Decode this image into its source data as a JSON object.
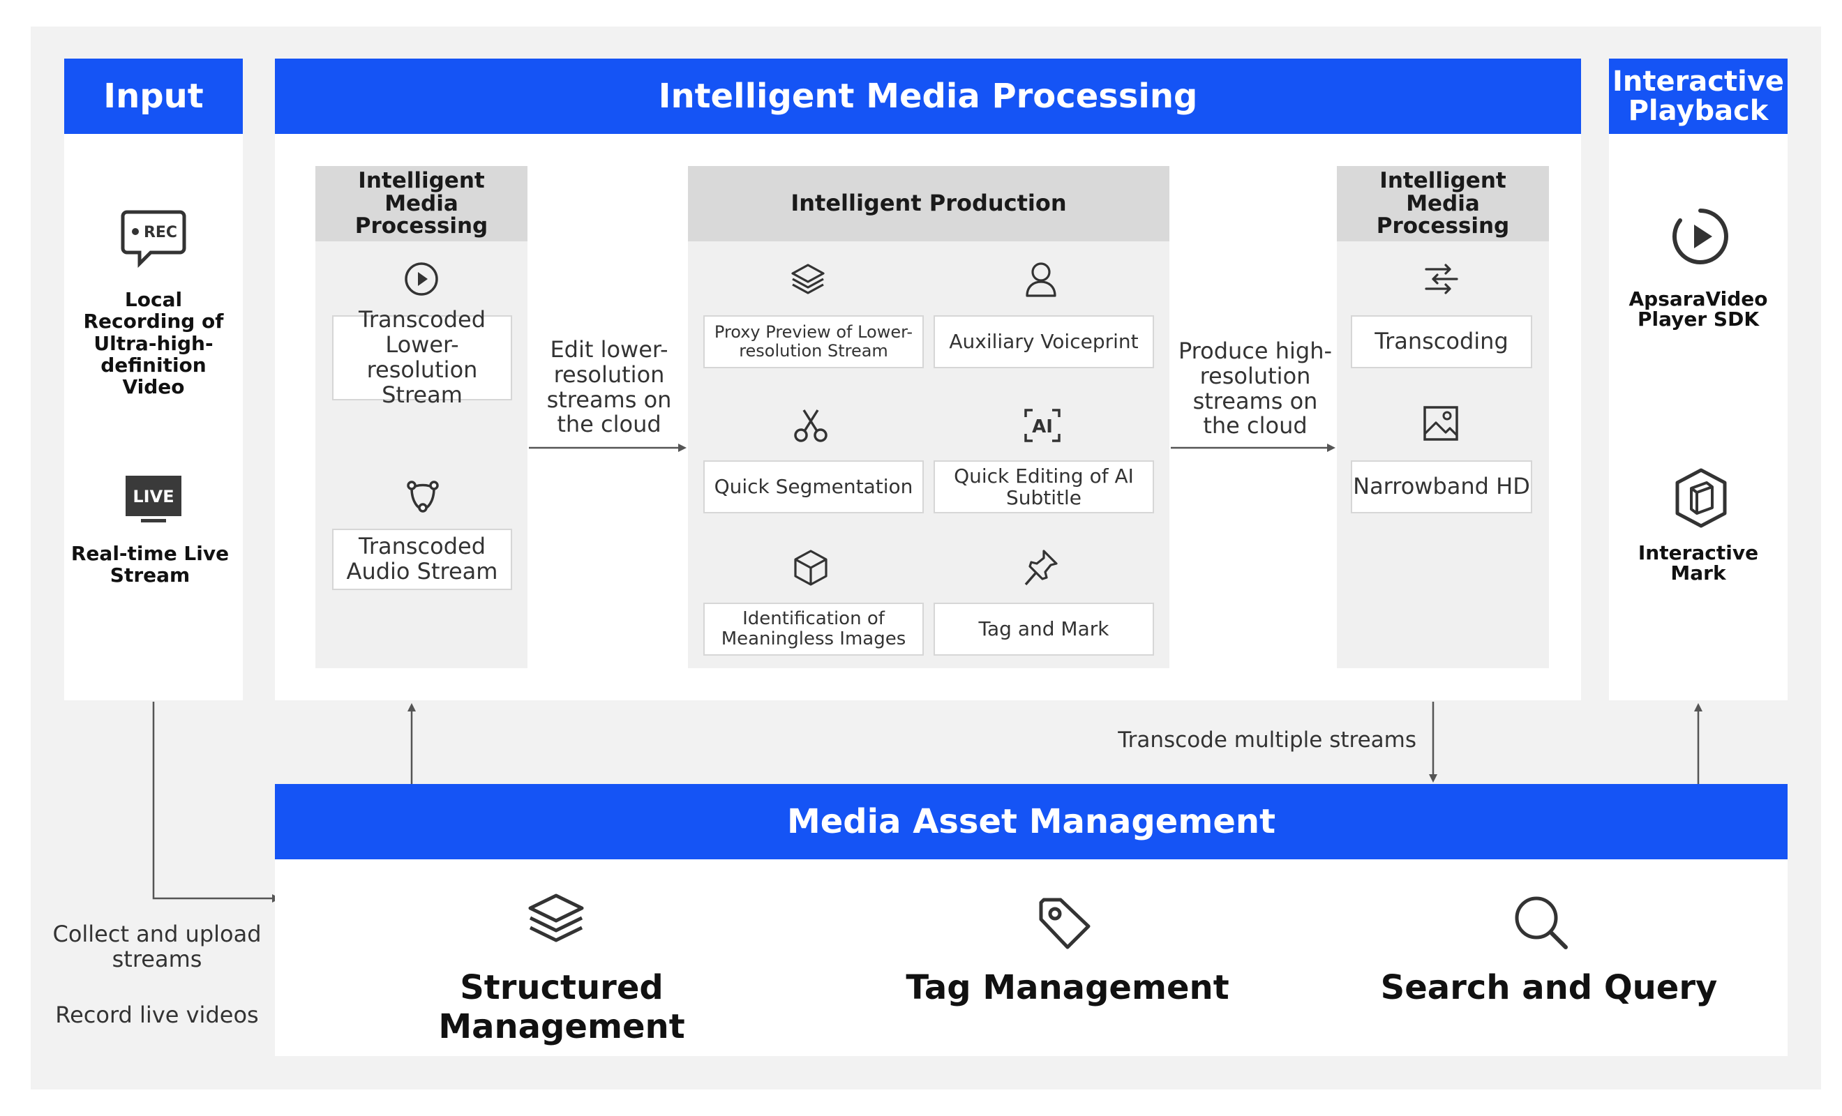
{
  "input": {
    "title": "Input",
    "items": [
      {
        "badge": "REC",
        "label": "Local Recording of Ultra-high-definition Video"
      },
      {
        "badge": "LIVE",
        "label": "Real-time Live Stream"
      }
    ]
  },
  "processing": {
    "title": "Intelligent Media Processing",
    "left_column": {
      "title": "Intelligent Media Processing",
      "items": [
        "Transcoded Lower-resolution Stream",
        "Transcoded Audio Stream"
      ]
    },
    "arrow_left_label": "Edit lower-resolution streams on the cloud",
    "production": {
      "title": "Intelligent Production",
      "items": [
        "Proxy Preview of Lower-resolution Stream",
        "Auxiliary Voiceprint",
        "Quick Segmentation",
        "Quick Editing of AI Subtitle",
        "Identification of Meaningless Images",
        "Tag and Mark"
      ],
      "ai_glyph": "AI"
    },
    "arrow_right_label": "Produce high-resolution streams on the cloud",
    "right_column": {
      "title": "Intelligent Media Processing",
      "items": [
        "Transcoding",
        "Narrowband HD"
      ]
    }
  },
  "playback": {
    "title": "Interactive Playback",
    "items": [
      "ApsaraVideo Player SDK",
      "Interactive Mark"
    ]
  },
  "flows": {
    "transcode_label": "Transcode multiple streams",
    "collect_label": "Collect and upload streams",
    "record_label": "Record live videos"
  },
  "asset_management": {
    "title": "Media Asset Management",
    "items": [
      "Structured Management",
      "Tag Management",
      "Search and Query"
    ]
  },
  "colors": {
    "primary_blue": "#1554f5",
    "panel_gray": "#f0f0f0",
    "header_gray": "#d9d9d9",
    "background": "#f2f2f2"
  },
  "icons": [
    "rec-icon",
    "live-icon",
    "play-icon",
    "audio-icon",
    "layers-icon",
    "user-icon",
    "scissors-icon",
    "ai-icon",
    "cube-icon",
    "pin-icon",
    "transcoding-icon",
    "image-icon",
    "player-icon",
    "mark-icon",
    "tag-icon",
    "search-icon"
  ]
}
